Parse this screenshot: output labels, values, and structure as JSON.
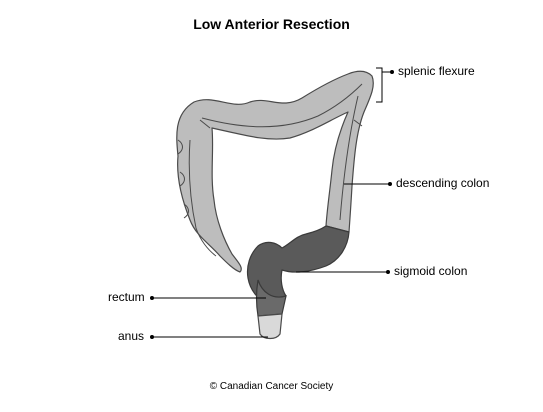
{
  "title": "Low Anterior Resection",
  "labels": {
    "splenic_flexure": "splenic flexure",
    "descending_colon": "descending colon",
    "sigmoid_colon": "sigmoid colon",
    "rectum": "rectum",
    "anus": "anus"
  },
  "copyright": "© Canadian Cancer Society",
  "colors": {
    "colon_fill": "#bdbdbd",
    "removed_section_fill": "#5a5a5a",
    "anus_fill": "#d9d9d9",
    "outline": "#4a4a4a",
    "leader_line": "#000000"
  }
}
